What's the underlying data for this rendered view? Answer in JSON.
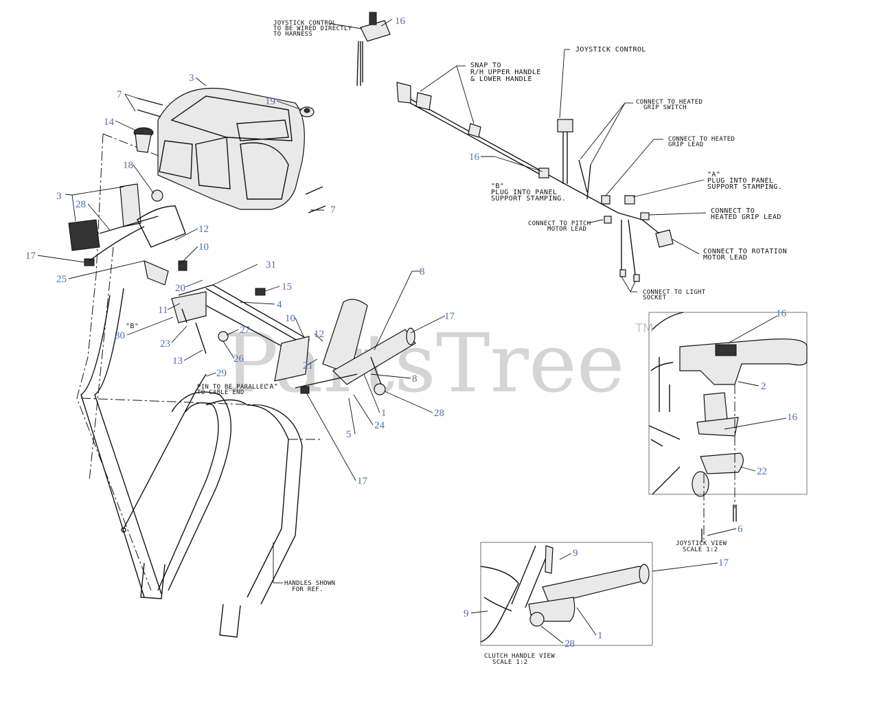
{
  "watermark": {
    "text": "PartsTree",
    "trademark": "TM"
  },
  "callouts": {
    "c16_top": "16",
    "c3_top": "3",
    "c7_top": "7",
    "c19": "19",
    "c14": "14",
    "c18": "18",
    "c3_left": "3",
    "c28_left": "28",
    "c12_left": "12",
    "c10_left": "10",
    "c17_left": "17",
    "c31": "31",
    "c25": "25",
    "c20": "20",
    "c15": "15",
    "c4": "4",
    "c7_right": "7",
    "c11": "11",
    "c30": "30",
    "c23": "23",
    "c13": "13",
    "c27": "27",
    "c26": "26",
    "c10_mid": "10",
    "c12_mid": "12",
    "c21": "21",
    "c29": "29",
    "c8_top": "8",
    "c17_mid": "17",
    "c8_mid": "8",
    "c1": "1",
    "c28_mid": "28",
    "c5": "5",
    "c24": "24",
    "c17_low": "17",
    "c16_harness": "16",
    "c16_joy_top": "16",
    "c2": "2",
    "c16_joy_mid": "16",
    "c22": "22",
    "c6": "6",
    "c9_top": "9",
    "c9_left": "9",
    "c17_clutch": "17",
    "c1_clutch": "1",
    "c28_clutch": "28"
  },
  "notes": {
    "joystick_wired": [
      "JOYSTICK CONTROL",
      "TO BE WIRED DIRECTLY",
      "TO HARNESS"
    ],
    "snap_to": [
      "SNAP TO",
      "R/H  UPPER HANDLE",
      "& LOWER HANDLE"
    ],
    "joystick_control": "JOYSTICK CONTROL",
    "heated_grip_switch": [
      "CONNECT TO HEATED",
      "GRIP SWITCH"
    ],
    "heated_grip_lead": [
      "CONNECT TO HEATED",
      "GRIP LEAD"
    ],
    "plug_a": [
      "\"A\"",
      "PLUG INTO PANEL",
      "SUPPORT STAMPING."
    ],
    "plug_b": [
      "\"B\"",
      "PLUG INTO PANEL",
      "SUPPORT STAMPING."
    ],
    "heated_grip_lead_2": [
      "CONNECT TO",
      "HEATED GRIP LEAD"
    ],
    "pitch_motor": [
      "CONNECT TO PITCH",
      "MOTOR LEAD"
    ],
    "rotation_motor": [
      "CONNECT TO ROTATION",
      "MOTOR LEAD"
    ],
    "light_socket": [
      "CONNECT TO LIGHT",
      "SOCKET"
    ],
    "b_label": "\"B\"",
    "pin_parallel": [
      "PIN TO BE PARALLEL",
      "TO CABLE END"
    ],
    "a_label": "\"A\"",
    "handles_shown": [
      "HANDLES SHOWN",
      "FOR REF."
    ],
    "joystick_view": [
      "JOYSTICK VIEW",
      "SCALE 1:2"
    ],
    "clutch_view": [
      "CLUTCH HANDLE VIEW",
      "SCALE 1:2"
    ]
  }
}
